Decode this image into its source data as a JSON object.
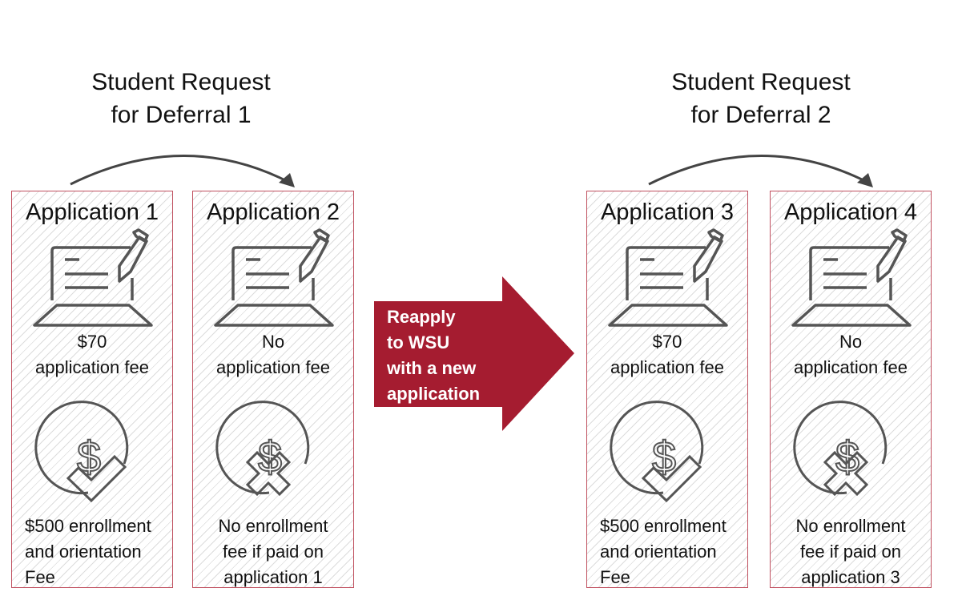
{
  "groups": [
    {
      "heading_line1": "Student Request",
      "heading_line2": "for Deferral 1"
    },
    {
      "heading_line1": "Student Request",
      "heading_line2": "for Deferral 2"
    }
  ],
  "applications": [
    {
      "title": "Application 1",
      "fee_line1": "$70",
      "fee_line2": "application fee",
      "enroll_lines": [
        "$500 enrollment",
        "and orientation",
        "Fee"
      ],
      "enroll_status": "check",
      "align": "left"
    },
    {
      "title": "Application 2",
      "fee_line1": "No",
      "fee_line2": "application fee",
      "enroll_lines": [
        "No enrollment",
        "fee if paid on",
        "application 1"
      ],
      "enroll_status": "x",
      "align": "center"
    },
    {
      "title": "Application 3",
      "fee_line1": "$70",
      "fee_line2": "application fee",
      "enroll_lines": [
        "$500 enrollment",
        "and orientation",
        "Fee"
      ],
      "enroll_status": "check",
      "align": "left"
    },
    {
      "title": "Application 4",
      "fee_line1": "No",
      "fee_line2": "application fee",
      "enroll_lines": [
        "No enrollment",
        "fee if paid on",
        "application 3"
      ],
      "enroll_status": "x",
      "align": "center"
    }
  ],
  "arrow": {
    "lines": [
      "Reapply",
      "to WSU",
      "with a new",
      "application"
    ]
  },
  "colors": {
    "accent": "#a51c30",
    "border": "#c0505f",
    "icon": "#555555"
  }
}
